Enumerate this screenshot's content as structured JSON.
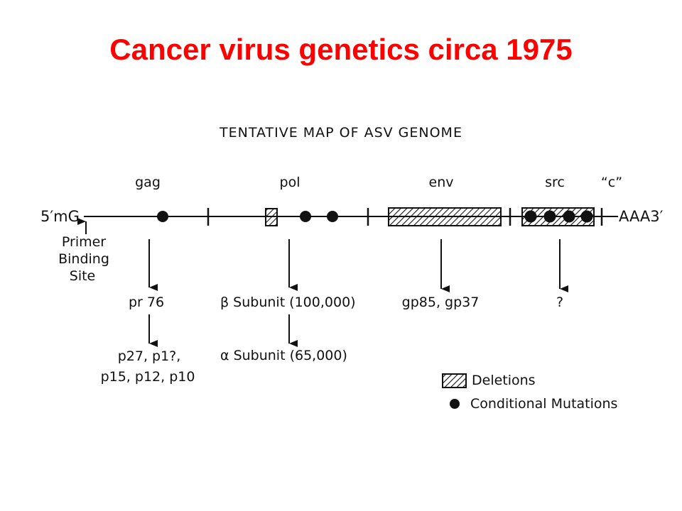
{
  "title": "Cancer virus genetics circa 1975",
  "diagram": {
    "heading": "TENTATIVE MAP OF ASV GENOME",
    "five_prime": "5′mG",
    "three_prime": "AAA3′",
    "primer_label": [
      "Primer",
      "Binding",
      "Site"
    ],
    "genes": {
      "gag": "gag",
      "pol": "pol",
      "env": "env",
      "src": "src",
      "c": "“c”"
    },
    "products": {
      "gag_1": "pr 76",
      "gag_2a": "p27, p1?,",
      "gag_2b": "p15, p12, p10",
      "pol_1": "β Subunit (100,000)",
      "pol_2": "α Subunit (65,000)",
      "env_1": "gp85, gp37",
      "src_1": "?"
    },
    "legend": {
      "deletions": "Deletions",
      "mutations": "Conditional Mutations"
    }
  }
}
